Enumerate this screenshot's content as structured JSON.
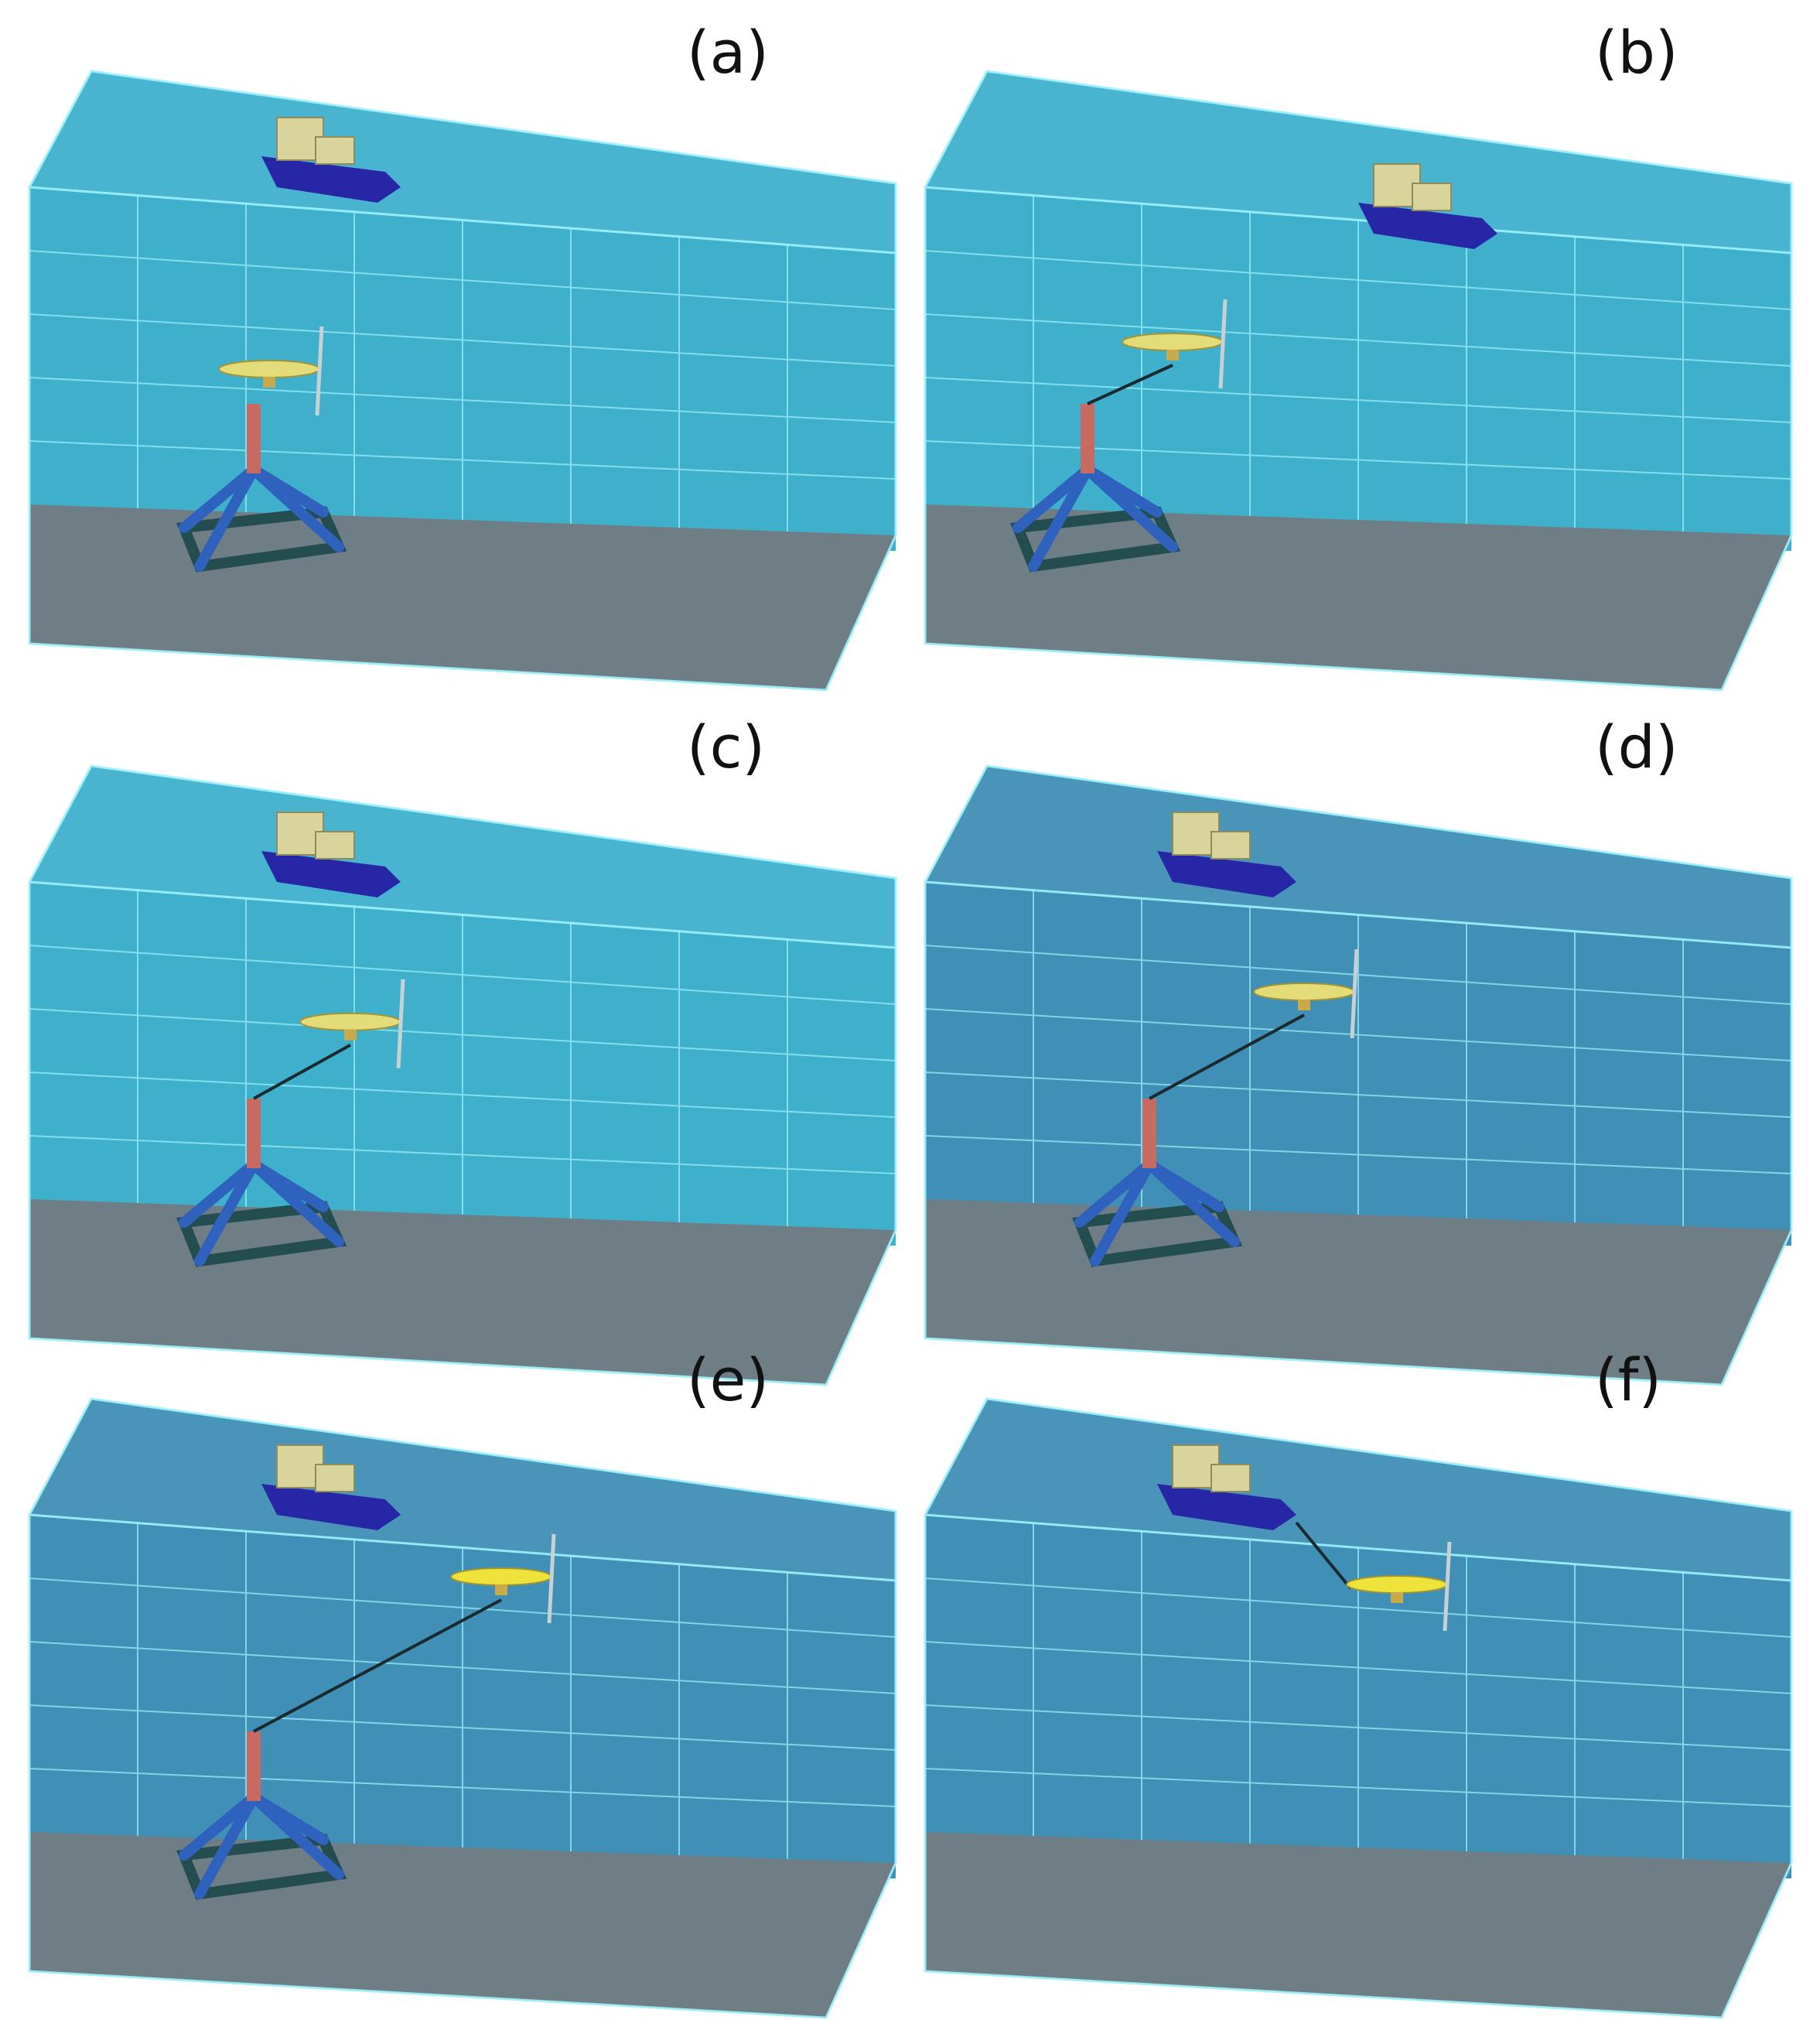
{
  "colors": {
    "water_light": "#3fb0cc",
    "water_dark": "#3f8fb6",
    "seabed": "#6f7e84",
    "grid": "#9ff2fb",
    "ship_hull": "#2626a6",
    "ship_cabin": "#d8d49c",
    "turbine_body": "#e4dc78",
    "turbine_body_bright": "#efe23a",
    "tether": "#1b2a2e",
    "mast": "#c86a62",
    "legs": "#2f62bf",
    "base_frame": "#234d4f",
    "blades": "#c7d0d3"
  },
  "panels": [
    {
      "label": "(a)",
      "stage": 0.0,
      "tone": 0.0,
      "docked": false
    },
    {
      "label": "(b)",
      "stage": 0.15,
      "tone": 0.0,
      "docked": false
    },
    {
      "label": "(c)",
      "stage": 0.35,
      "tone": 0.0,
      "docked": false
    },
    {
      "label": "(d)",
      "stage": 0.6,
      "tone": 1.0,
      "docked": false
    },
    {
      "label": "(e)",
      "stage": 1.0,
      "tone": 1.0,
      "docked": false
    },
    {
      "label": "(f)",
      "stage": 1.0,
      "tone": 1.0,
      "docked": true
    }
  ]
}
